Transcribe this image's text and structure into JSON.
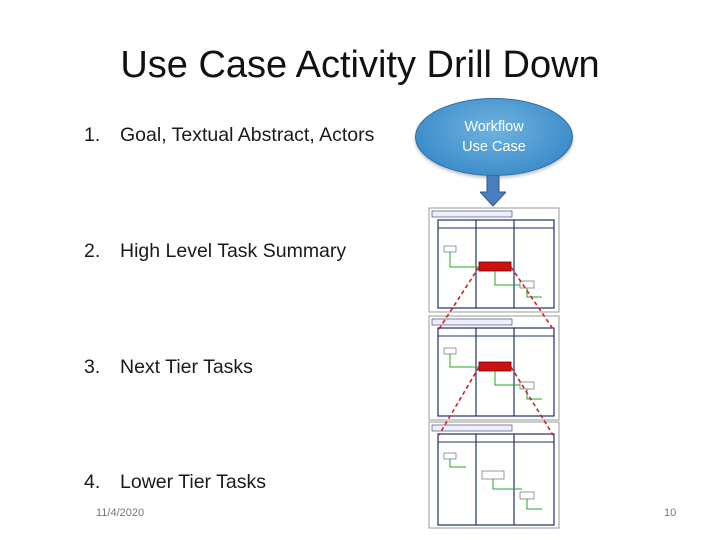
{
  "slide": {
    "title": "Use Case Activity Drill Down",
    "items": [
      {
        "number": "1.",
        "text": "Goal, Textual Abstract, Actors"
      },
      {
        "number": "2.",
        "text": "High Level Task Summary"
      },
      {
        "number": "3.",
        "text": "Next Tier Tasks"
      },
      {
        "number": "4.",
        "text": "Lower Tier Tasks"
      }
    ],
    "oval": {
      "line1": "Workflow",
      "line2": "Use Case",
      "color": "#3f8fcc"
    },
    "footer": {
      "date": "11/4/2020",
      "page": "10"
    },
    "colors": {
      "arrow": "#4a7ec0",
      "connector": "#cc2222",
      "task_highlight": "#cc1111",
      "flow": "#22aa22",
      "lane_border": "#1f2f6e"
    }
  }
}
